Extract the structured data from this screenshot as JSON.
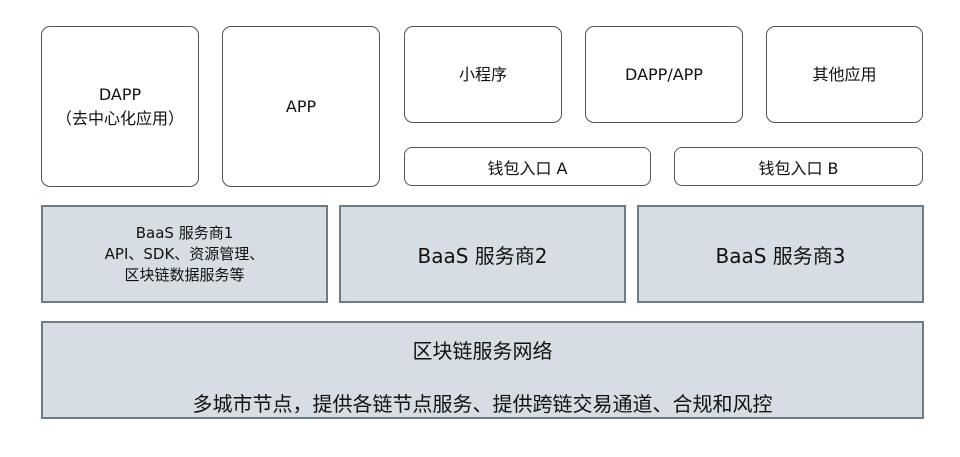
{
  "apps": [
    {
      "line1": "DAPP",
      "line2": "（去中心化应用）"
    },
    {
      "label": "APP"
    },
    {
      "label": "小程序"
    },
    {
      "label": "DAPP/APP"
    },
    {
      "label": "其他应用"
    }
  ],
  "wallets": [
    {
      "label": "钱包入口 A"
    },
    {
      "label": "钱包入口 B"
    }
  ],
  "services": [
    {
      "line1": "BaaS 服务商1",
      "line2": "API、SDK、资源管理、",
      "line3": "区块链数据服务等"
    },
    {
      "label": "BaaS 服务商2"
    },
    {
      "label": "BaaS 服务商3"
    }
  ],
  "network": {
    "title": "区块链服务网络",
    "description": "多城市节点，提供各链节点服务、提供跨链交易通道、合规和风控"
  }
}
